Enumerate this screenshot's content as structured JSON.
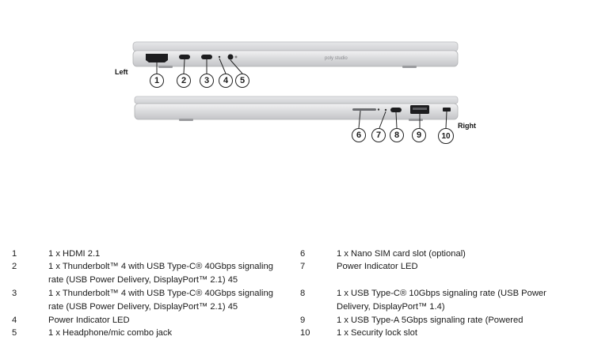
{
  "figure": {
    "left_label": "Left",
    "right_label": "Right",
    "brand_mark": "poly studio",
    "callouts_left": [
      "1",
      "2",
      "3",
      "4",
      "5"
    ],
    "callouts_right": [
      "6",
      "7",
      "8",
      "9",
      "10"
    ]
  },
  "specs": {
    "left_column": [
      {
        "num": "1",
        "text": "1 x HDMI 2.1"
      },
      {
        "num": "2",
        "text": "1 x Thunderbolt™ 4 with USB Type-C® 40Gbps signaling rate (USB Power Delivery, DisplayPort™ 2.1) 45"
      },
      {
        "num": "3",
        "text": "1 x Thunderbolt™ 4 with USB Type-C® 40Gbps signaling rate (USB Power Delivery, DisplayPort™ 2.1) 45"
      },
      {
        "num": "4",
        "text": "Power Indicator LED"
      },
      {
        "num": "5",
        "text": "1 x Headphone/mic combo jack"
      }
    ],
    "right_column": [
      {
        "num": "6",
        "text": "1 x Nano SIM card slot (optional)"
      },
      {
        "num": "7",
        "text": "Power Indicator LED"
      },
      {
        "num": "8",
        "text": "1 x USB Type-C® 10Gbps signaling rate (USB Power Delivery, DisplayPort™ 1.4)"
      },
      {
        "num": "9",
        "text": "1 x USB Type-A 5Gbps signaling rate (Powered"
      },
      {
        "num": "10",
        "text": "1 x Security lock slot"
      }
    ]
  }
}
